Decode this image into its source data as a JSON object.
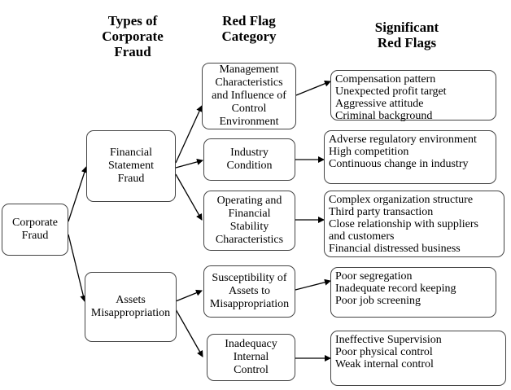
{
  "headers": {
    "col1": [
      "Types of",
      "Corporate",
      "Fraud"
    ],
    "col2": [
      "Red Flag",
      "Category"
    ],
    "col3": [
      "Significant",
      "Red Flags"
    ]
  },
  "root": {
    "lines": [
      "Corporate",
      "Fraud"
    ]
  },
  "types": [
    {
      "lines": [
        "Financial",
        "Statement",
        "Fraud"
      ]
    },
    {
      "lines": [
        "Assets",
        "Misappropriation"
      ]
    }
  ],
  "categories": [
    {
      "lines": [
        "Management",
        "Characteristics",
        "and Influence of",
        "Control",
        "Environment"
      ]
    },
    {
      "lines": [
        "Industry",
        "Condition"
      ]
    },
    {
      "lines": [
        "Operating and",
        "Financial",
        "Stability",
        "Characteristics"
      ]
    },
    {
      "lines": [
        "Susceptibility of",
        "Assets to",
        "Misappropriation"
      ]
    },
    {
      "lines": [
        "Inadequacy",
        "Internal",
        "Control"
      ]
    }
  ],
  "flags": [
    {
      "lines": [
        "Compensation pattern",
        "Unexpected profit target",
        "Aggressive attitude",
        "Criminal background"
      ]
    },
    {
      "lines": [
        "Adverse regulatory environment",
        "High competition",
        "Continuous change in industry"
      ]
    },
    {
      "lines": [
        "Complex organization structure",
        "Third party transaction",
        "Close relationship with suppliers",
        "and customers",
        "Financial distressed business"
      ]
    },
    {
      "lines": [
        "Poor segregation",
        "Inadequate record keeping",
        "Poor job screening"
      ]
    },
    {
      "lines": [
        "Ineffective Supervision",
        "Poor physical control",
        "Weak internal control"
      ]
    }
  ]
}
